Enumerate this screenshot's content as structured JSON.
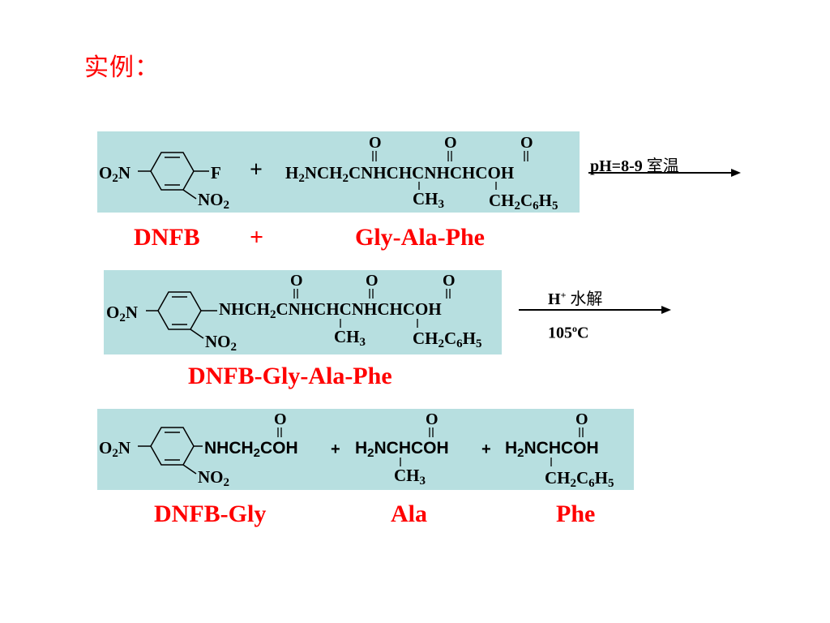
{
  "title": "实例：",
  "reaction1": {
    "reagent": "+",
    "conditions": {
      "ph": "pH=8-9",
      "temperature": "室温"
    },
    "labels": {
      "left": "DNFB",
      "plus": "+",
      "right": "Gly-Ala-Phe"
    }
  },
  "reaction2": {
    "conditions": {
      "acid": "H",
      "acid_sup": "+",
      "process": "水解",
      "temp_value": "105",
      "temp_sup": "o",
      "temp_unit": "C"
    },
    "label": "DNFB-Gly-Ala-Phe"
  },
  "reaction3": {
    "plus1": "+",
    "plus2": "+",
    "labels": {
      "first": "DNFB-Gly",
      "second": "Ala",
      "third": "Phe"
    }
  },
  "accent_color": "#ff0000",
  "panel_color": "#b7dfe0"
}
